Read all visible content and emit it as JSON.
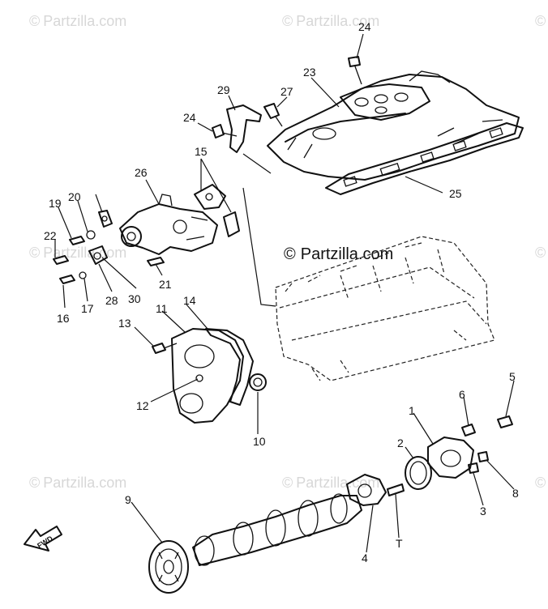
{
  "watermarks": {
    "brand": "Partzilla.com",
    "symbol": "©",
    "main_text": "Partzilla.com"
  },
  "fwd_label": "FWD",
  "callouts": [
    "1",
    "2",
    "3",
    "4",
    "5",
    "6",
    "T",
    "8",
    "9",
    "10",
    "11",
    "12",
    "13",
    "14",
    "15",
    "16",
    "17",
    "28",
    "19",
    "20",
    "21",
    "22",
    "23",
    "24",
    "24",
    "25",
    "26",
    "27",
    "29",
    "30"
  ]
}
